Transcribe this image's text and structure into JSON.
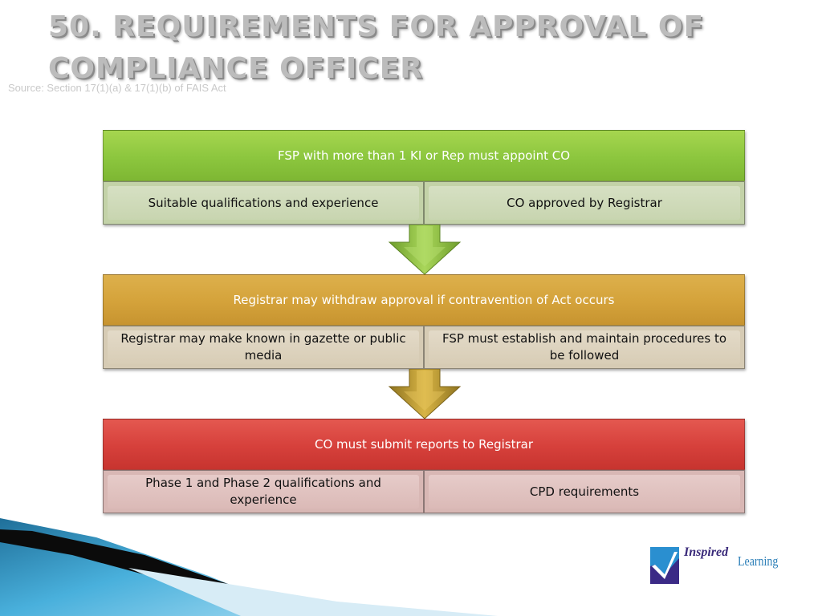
{
  "slide": {
    "title_line1": "50. Requirements for approval of",
    "title_line2": "compliance officer",
    "source": "Source: Section 17(1)(a) & 17(1)(b) of FAIS Act"
  },
  "blocks": [
    {
      "heading": "FSP with more than 1 KI or Rep must appoint CO",
      "left": "Suitable qualifications and experience",
      "right": "CO approved by Registrar",
      "color": "#8cc63e"
    },
    {
      "heading": "Registrar may withdraw approval if contravention  of Act occurs",
      "left": "Registrar may make known in gazette or public media",
      "right": "FSP must establish and maintain procedures to be followed",
      "color": "#d4a23a"
    },
    {
      "heading": "CO must submit reports to Registrar",
      "left": "Phase 1 and Phase 2 qualifications and experience",
      "right": "CPD requirements",
      "color": "#d6403b"
    }
  ],
  "logo": {
    "word1": "Inspired",
    "word2": "Learning"
  },
  "colors": {
    "title_gray": "#bcbcbc",
    "swoosh_blue": "#3aa0d0",
    "logo_purple": "#3a2a7a",
    "logo_blue": "#2c7fb8"
  }
}
